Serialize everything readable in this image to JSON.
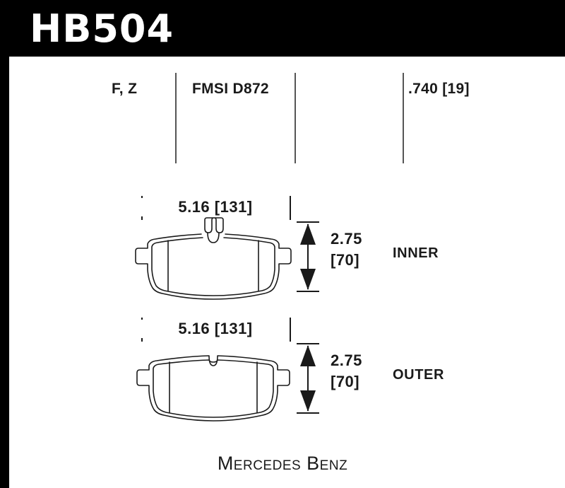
{
  "header": {
    "part_number": "HB504"
  },
  "spec_row": {
    "compound": "F, Z",
    "fmsi": "FMSI D872",
    "thickness": ".740 [19]"
  },
  "pads": [
    {
      "side_label": "INNER",
      "width_dim": "5.16 [131]",
      "height_dim_in": "2.75",
      "height_dim_mm": "[70]",
      "notch_style": "twin-prong"
    },
    {
      "side_label": "OUTER",
      "width_dim": "5.16 [131]",
      "height_dim_in": "2.75",
      "height_dim_mm": "[70]",
      "notch_style": "v-notch"
    }
  ],
  "footer": {
    "vehicle": "Mercedes Benz"
  },
  "colors": {
    "header_background": "#000000",
    "header_text": "#ffffff",
    "sheet_background": "#ffffff",
    "line": "#1a1a1a",
    "divider": "#555555"
  }
}
